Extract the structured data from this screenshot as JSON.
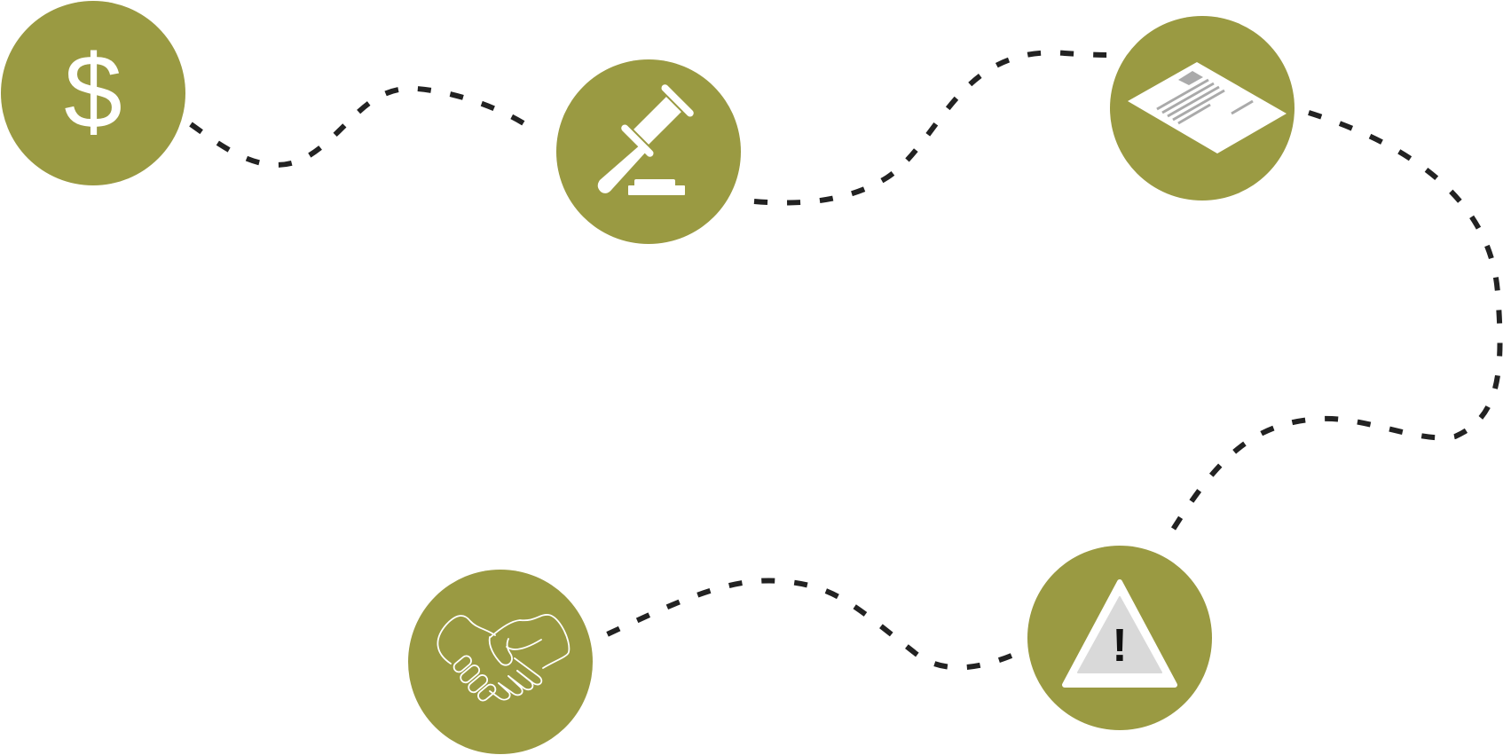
{
  "colors": {
    "node_fill": "#9A9A42",
    "path_stroke": "#222222",
    "icon_white": "#ffffff",
    "icon_gray": "#aaaaaa",
    "warning_fill": "#d9d9d9",
    "warning_mark": "#111111"
  },
  "nodes": [
    {
      "id": "money",
      "icon": "dollar-icon",
      "glyph": "$"
    },
    {
      "id": "legal",
      "icon": "gavel-icon"
    },
    {
      "id": "document",
      "icon": "document-icon"
    },
    {
      "id": "risk",
      "icon": "warning-icon",
      "glyph": "!"
    },
    {
      "id": "agreement",
      "icon": "handshake-icon"
    }
  ]
}
